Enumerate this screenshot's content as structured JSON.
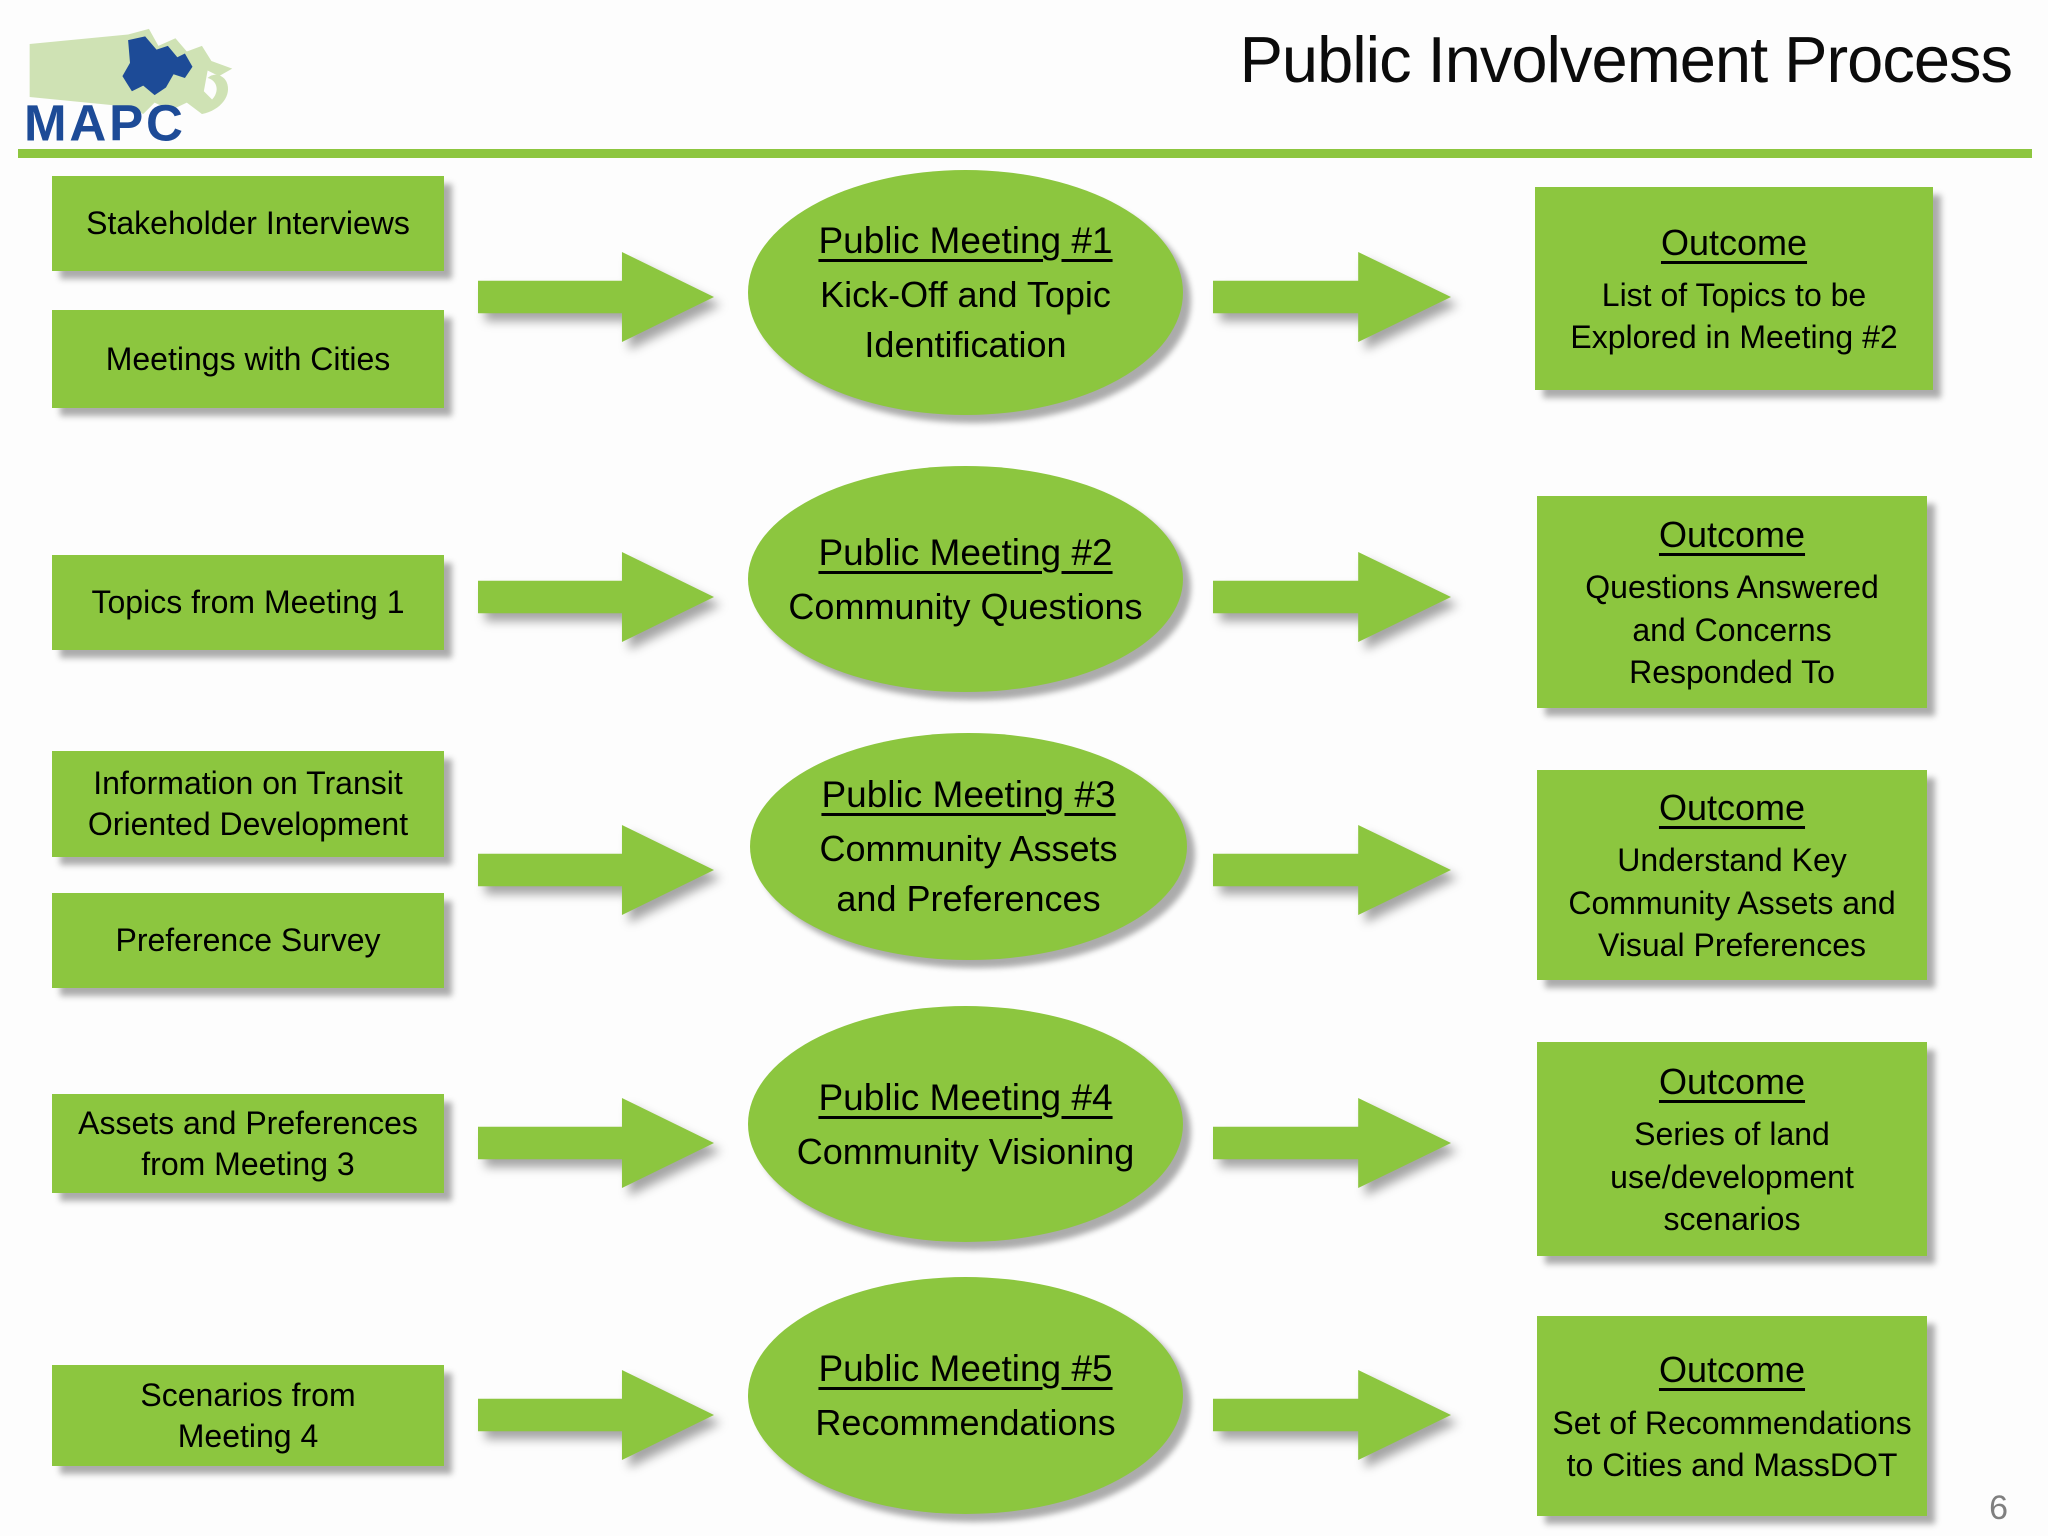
{
  "slide": {
    "title": "Public Involvement Process",
    "page_number": "6"
  },
  "logo": {
    "wordmark": "MAPC",
    "icon": "massachusetts-map-icon"
  },
  "colors": {
    "shape_green": "#8cc63f",
    "divider_green": "#8dc63f",
    "logo_light_green": "#cfe2b4",
    "logo_blue": "#1d4b97",
    "text_black": "#000000",
    "page_number_gray": "#7f7f7f"
  },
  "rows": [
    {
      "inputs": [
        {
          "lines": [
            "Stakeholder Interviews"
          ]
        },
        {
          "lines": [
            "Meetings with Cities"
          ]
        }
      ],
      "meeting": {
        "title": "Public Meeting #1",
        "lines": [
          "Kick-Off and Topic",
          "Identification"
        ]
      },
      "outcome": {
        "title": "Outcome",
        "lines": [
          "List of Topics to be",
          "Explored in Meeting #2"
        ]
      }
    },
    {
      "inputs": [
        {
          "lines": [
            "Topics from Meeting 1"
          ]
        }
      ],
      "meeting": {
        "title": "Public Meeting #2",
        "lines": [
          "Community Questions"
        ]
      },
      "outcome": {
        "title": "Outcome",
        "lines": [
          "Questions Answered",
          "and Concerns",
          "Responded To"
        ]
      }
    },
    {
      "inputs": [
        {
          "lines": [
            "Information on Transit",
            "Oriented Development"
          ]
        },
        {
          "lines": [
            "Preference Survey"
          ]
        }
      ],
      "meeting": {
        "title": "Public Meeting #3",
        "lines": [
          "Community Assets",
          "and Preferences"
        ]
      },
      "outcome": {
        "title": "Outcome",
        "lines": [
          "Understand Key",
          "Community Assets and",
          "Visual Preferences"
        ]
      }
    },
    {
      "inputs": [
        {
          "lines": [
            "Assets and Preferences",
            "from Meeting 3"
          ]
        }
      ],
      "meeting": {
        "title": "Public Meeting #4",
        "lines": [
          "Community Visioning"
        ]
      },
      "outcome": {
        "title": "Outcome",
        "lines": [
          "Series of land",
          "use/development",
          "scenarios"
        ]
      }
    },
    {
      "inputs": [
        {
          "lines": [
            "Scenarios from",
            "Meeting 4"
          ]
        }
      ],
      "meeting": {
        "title": "Public Meeting #5",
        "lines": [
          "Recommendations"
        ]
      },
      "outcome": {
        "title": "Outcome",
        "lines": [
          "Set of Recommendations",
          "to Cities and MassDOT"
        ]
      }
    }
  ]
}
